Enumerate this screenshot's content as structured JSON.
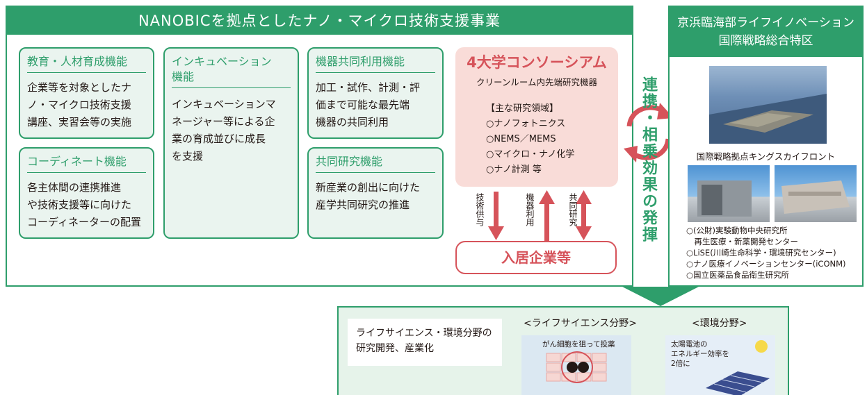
{
  "main": {
    "title": "NANOBICを拠点としたナノ・マイクロ技術支援事業",
    "education": {
      "title": "教育・人材育成機能",
      "body": [
        "企業等を対象としたナ",
        "ノ・マイクロ技術支援",
        "講座、実習会等の実施"
      ]
    },
    "coordinate": {
      "title": "コーディネート機能",
      "body": [
        "各主体間の連携推進",
        "や技術支援等に向けた",
        "コーディネーターの配置"
      ]
    },
    "incubation": {
      "title": [
        "インキュベーション",
        "機能"
      ],
      "body": [
        "インキュベーションマ",
        "ネージャー等による企",
        "業の育成並びに成長",
        "を支援"
      ]
    },
    "shared_equipment": {
      "title": "機器共同利用機能",
      "body": [
        "加工・試作、計測・評",
        "価まで可能な最先端",
        "機器の共同利用"
      ]
    },
    "joint_research": {
      "title": "共同研究機能",
      "body": [
        "新産業の創出に向けた",
        "産学共同研究の推進"
      ]
    },
    "consortium": {
      "title": "4大学コンソーシアム",
      "subtitle": "クリーンルーム内先端研究機器",
      "fields": [
        "【主な研究領域】",
        "○ナノフォトニクス",
        "○NEMS／MEMS",
        "○マイクロ・ナノ化学",
        "○ナノ計測 等"
      ]
    },
    "flows": [
      "技術供与",
      "機器利用",
      "共同研究"
    ],
    "tenant": "入居企業等",
    "synergy": "連携・相乗効果の発揮"
  },
  "right": {
    "title": [
      "京浜臨海部ライフイノベーション",
      "国際戦略総合特区"
    ],
    "aerial_caption": "国際戦略拠点キングスカイフロント",
    "facilities": [
      "○(公財)実験動物中央研究所",
      "　再生医療・新薬開発センター",
      "○LiSE(川崎生命科学・環境研究センター)",
      "○ナノ医療イノベーションセンター(iCONM)",
      "○国立医薬品食品衛生研究所"
    ]
  },
  "bottom": {
    "summary": [
      "ライフサイエンス・環境分野の",
      "研究開発、産業化"
    ],
    "life_label": "<ライフサイエンス分野>",
    "life_caption": "がん細胞を狙って投薬",
    "env_label": "<環境分野>",
    "env_caption": [
      "太陽電池の",
      "エネルギー効率を",
      "2倍に"
    ]
  },
  "colors": {
    "green": "#2e9e6b",
    "light_green": "#eaf4ef",
    "red": "#d6535a",
    "pink": "#f9dcd8"
  }
}
